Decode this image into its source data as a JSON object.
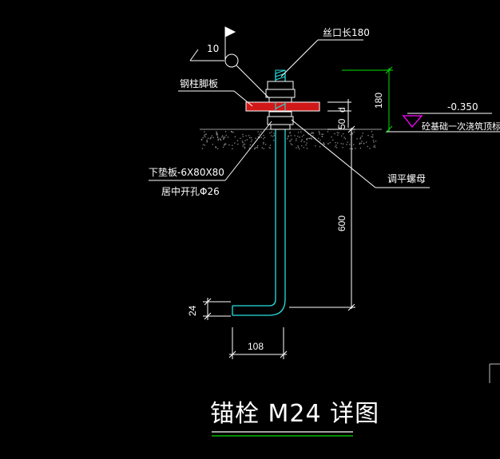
{
  "flag_number": "10",
  "labels": {
    "thread_length": "丝口长180",
    "base_plate": "钢柱脚板",
    "lower_washer_line1": "下垫板-6X80X80",
    "lower_washer_line2": "居中开孔Φ26",
    "leveling_nut": "调平螺母",
    "first_pour_line1": "砼基础一次浇筑顶标高"
  },
  "elevation": "-0.350",
  "dimensions": {
    "thread": "180",
    "plate": "d",
    "gap": "50",
    "embed": "600",
    "hook_length": "108",
    "hook_height": "24"
  },
  "title": "锚栓 M24 详图",
  "colors": {
    "background": "#000000",
    "bolt": "#26e1e1",
    "plate_fill": "#d01818",
    "dimension": "#00e000",
    "elevation_mark": "#ff00ff",
    "lines": "#ffffff"
  }
}
